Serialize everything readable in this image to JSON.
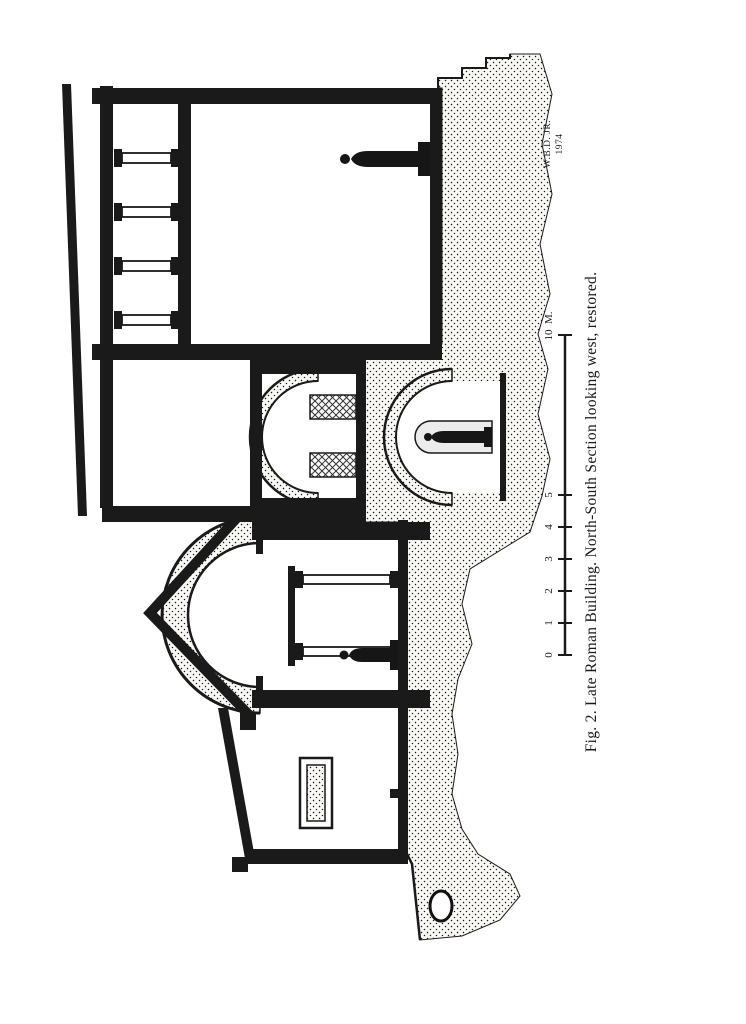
{
  "figure": {
    "caption": "Fig. 2.  Late Roman Building.  North-South Section looking west, restored.",
    "credit_line1": "W.B.D. JR.",
    "credit_line2": "1974"
  },
  "scale_bar": {
    "ticks": [
      "0",
      "1",
      "2",
      "3",
      "4",
      "5"
    ],
    "end_tick": "10",
    "unit": "M."
  },
  "colors": {
    "ink": "#1a1a1a",
    "paper": "#ffffff"
  }
}
